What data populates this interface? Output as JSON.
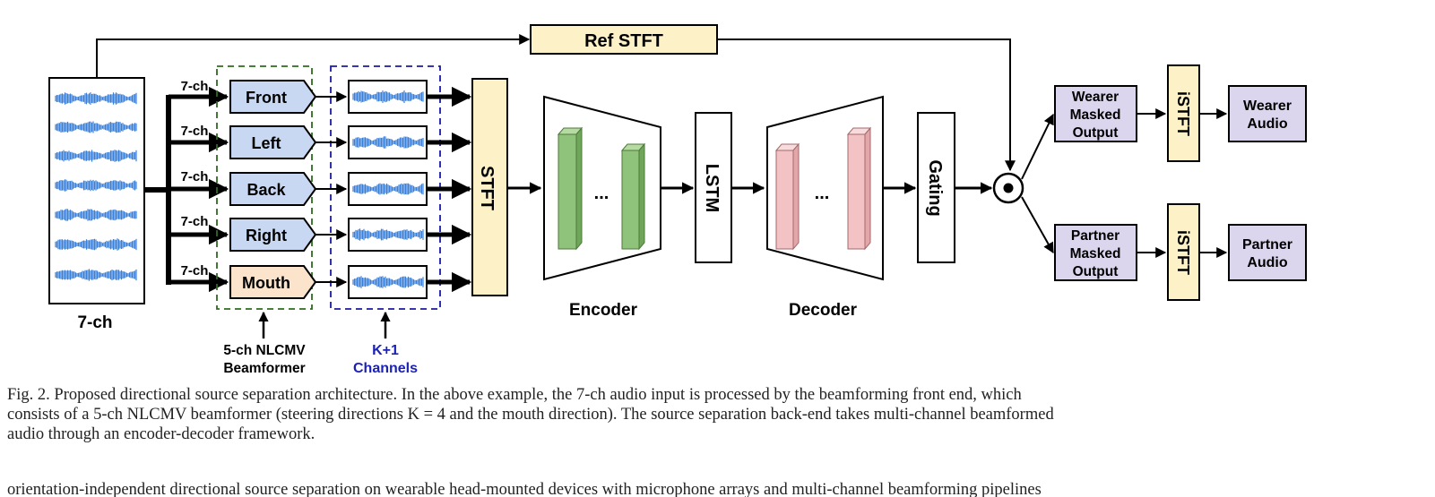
{
  "diagram": {
    "input_label": "7-ch",
    "channel_labels": [
      "7-ch",
      "7-ch",
      "7-ch",
      "7-ch",
      "7-ch"
    ],
    "beam_labels": [
      "Front",
      "Left",
      "Back",
      "Right",
      "Mouth"
    ],
    "ref_stft": "Ref STFT",
    "stft": "STFT",
    "encoder_dots": "...",
    "decoder_dots": "...",
    "encoder_label": "Encoder",
    "decoder_label": "Decoder",
    "lstm": "LSTM",
    "gating": "Gating",
    "multiply_symbol": "•",
    "outputs": {
      "wearer": {
        "masked": [
          "Wearer",
          "Masked",
          "Output"
        ],
        "istft": "iSTFT",
        "audio": [
          "Wearer",
          "Audio"
        ]
      },
      "partner": {
        "masked": [
          "Partner",
          "Masked",
          "Output"
        ],
        "istft": "iSTFT",
        "audio": [
          "Partner",
          "Audio"
        ]
      }
    },
    "beamformer_annotation": [
      "5-ch NLCMV",
      "Beamformer"
    ],
    "channels_annotation": [
      "K+1",
      "Channels"
    ],
    "colors": {
      "beam_box": "#c9d8f2",
      "mouth_box": "#fbe3cc",
      "stft_box": "#fdf1c8",
      "encoder_bar": "#8fc27a",
      "decoder_bar": "#f2c2c4",
      "output_box": "#dcd5ee",
      "waveform": "#3a7fd8",
      "green_dash": "#2e6b1f",
      "blue_dash": "#1a1aaa",
      "blue_text": "#1c22b8"
    }
  },
  "caption": {
    "lines": [
      "Fig. 2.  Proposed directional source separation architecture. In the above example, the 7-ch audio input is processed by the beamforming front end, which",
      "consists of a 5-ch NLCMV beamformer (steering directions K = 4 and the mouth direction). The source separation back-end takes multi-channel beamformed",
      "audio through an encoder-decoder framework."
    ],
    "cut_line": "orientation-independent directional source separation on wearable head-mounted devices with microphone arrays and multi-channel beamforming pipelines"
  }
}
